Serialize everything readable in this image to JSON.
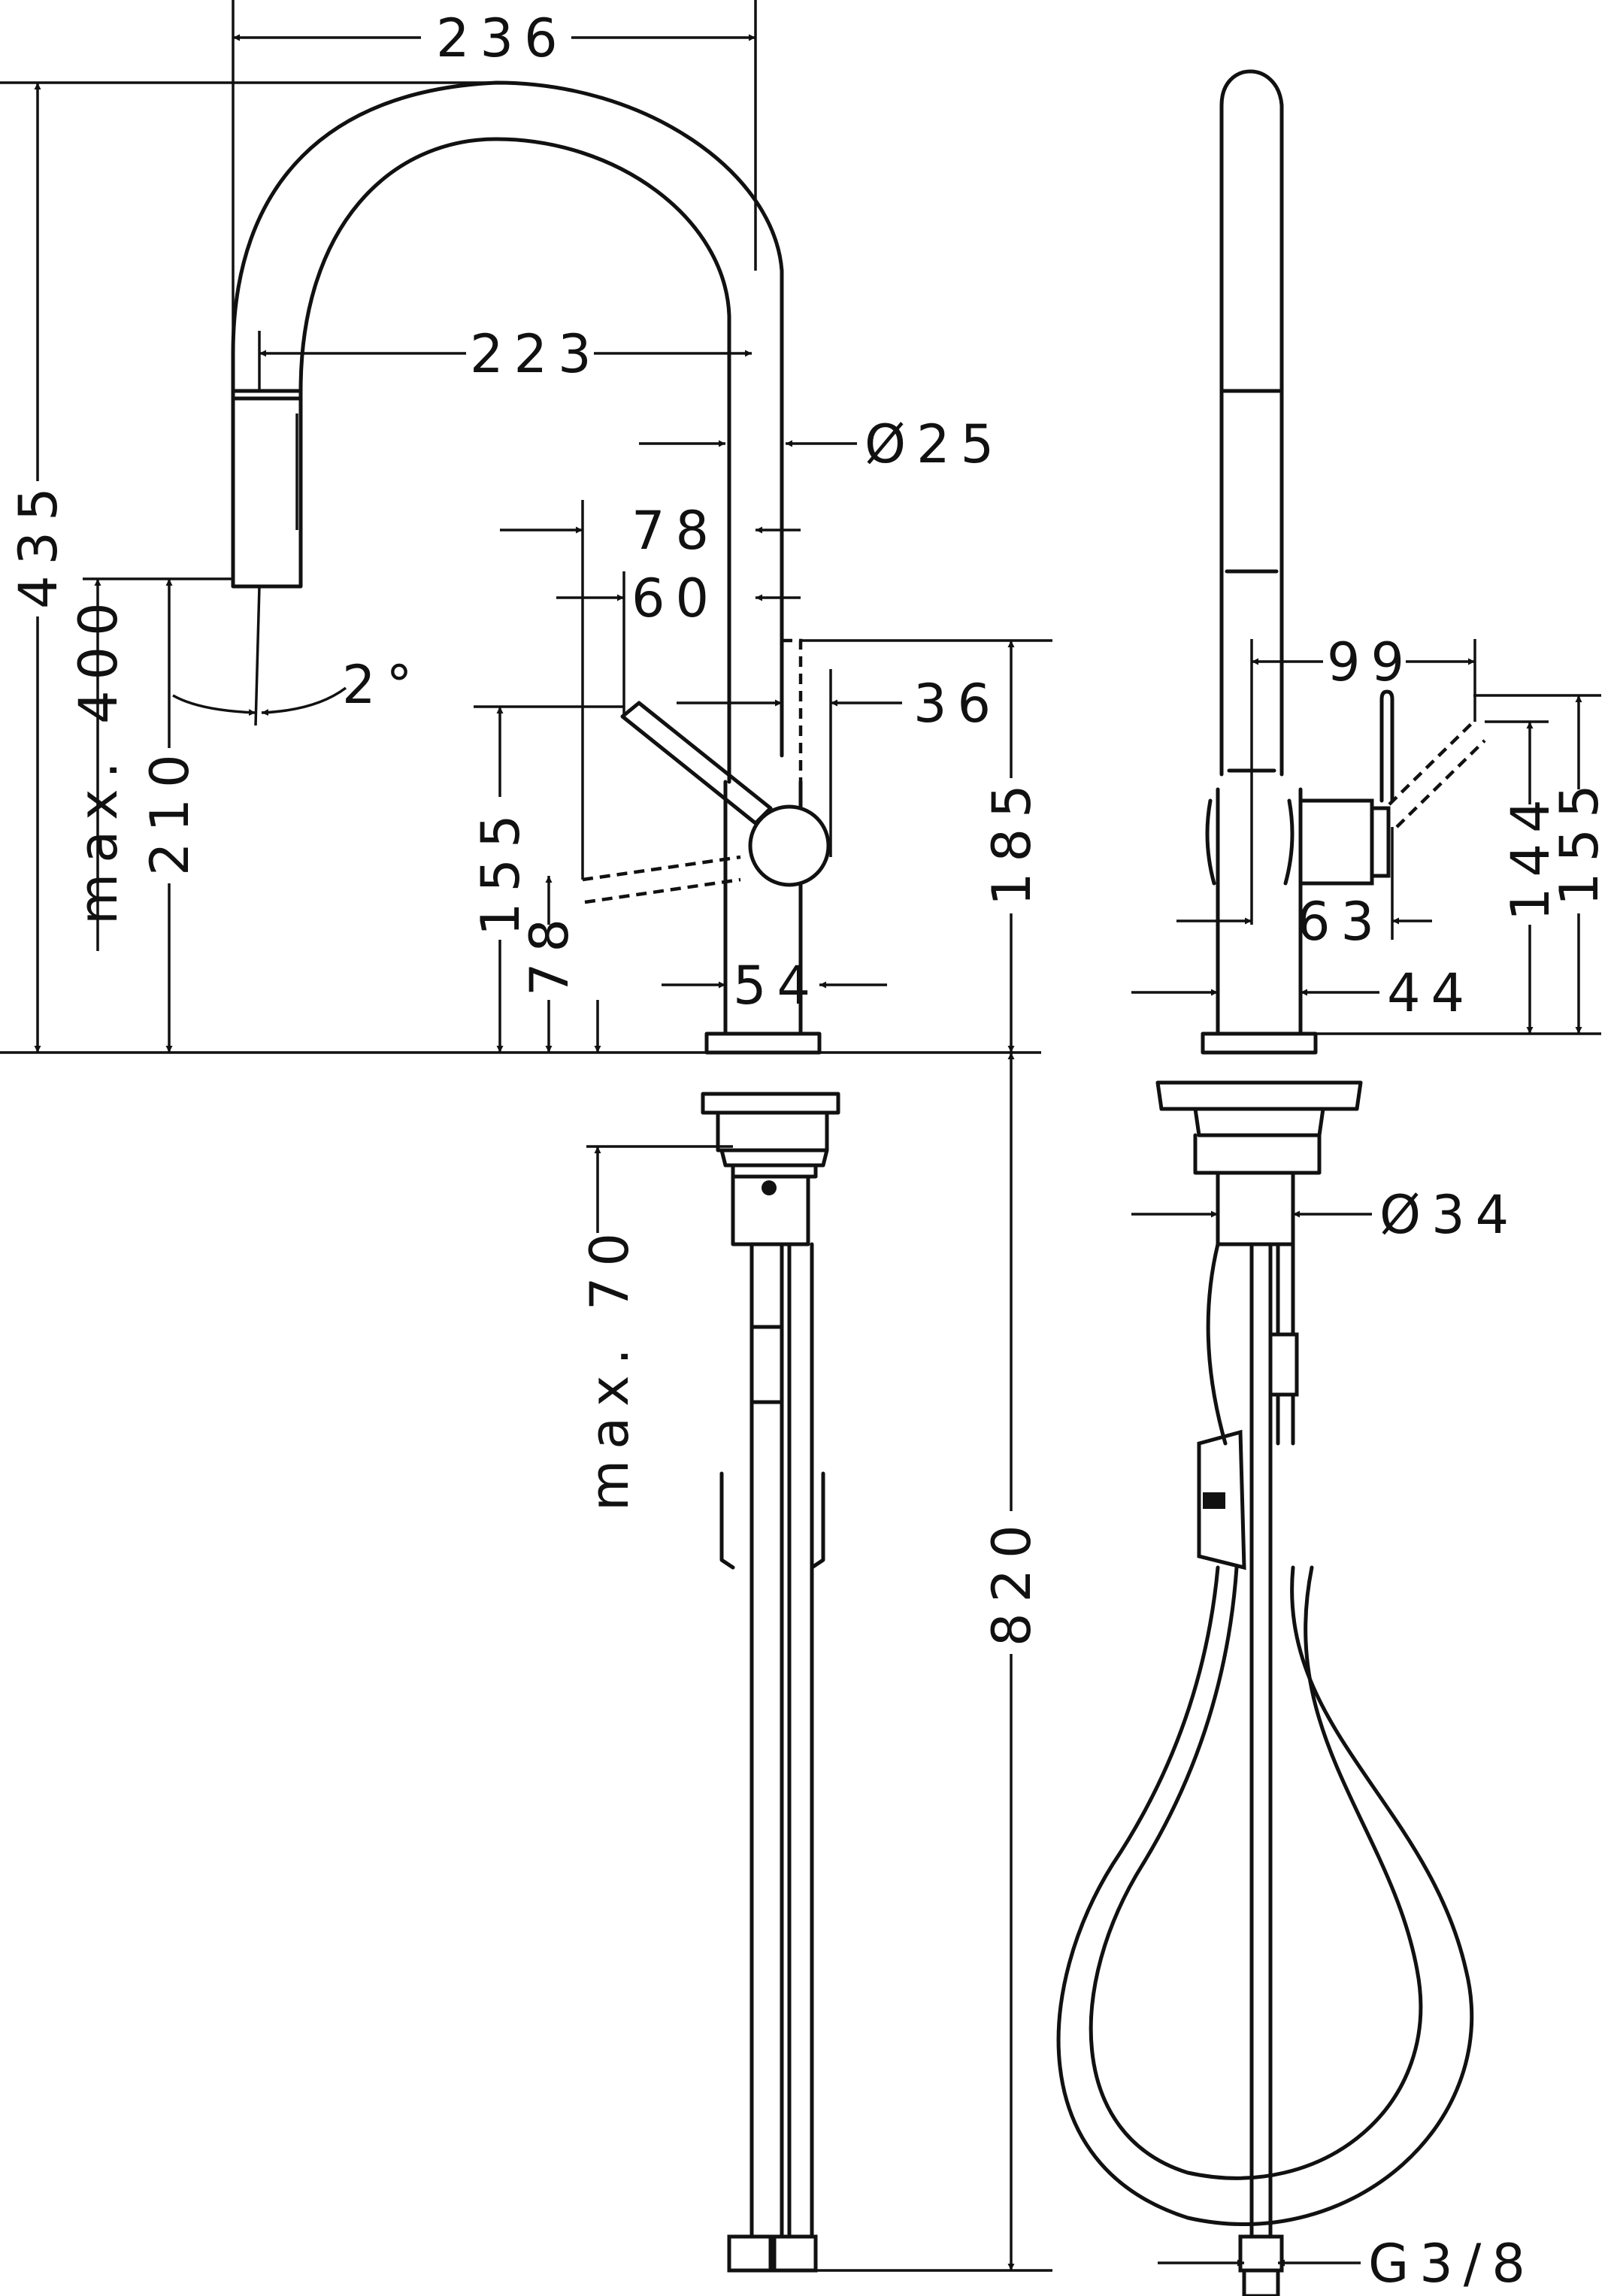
{
  "front_view": {
    "dim_236": "236",
    "dim_223": "223",
    "dim_435": "435",
    "dim_max400": "max. 400",
    "dim_210": "210",
    "dim_2deg": "2°",
    "dim_d25": "Ø25",
    "dim_78_top": "78",
    "dim_60": "60",
    "dim_36": "36",
    "dim_155": "155",
    "dim_78_low": "78",
    "dim_185": "185",
    "dim_54": "54",
    "dim_max70": "max. 70",
    "dim_820": "820"
  },
  "side_view": {
    "dim_99": "99",
    "dim_63": "63",
    "dim_44": "44",
    "dim_144": "144",
    "dim_155": "155",
    "dim_d34": "Ø34",
    "dim_g38": "G3/8"
  }
}
